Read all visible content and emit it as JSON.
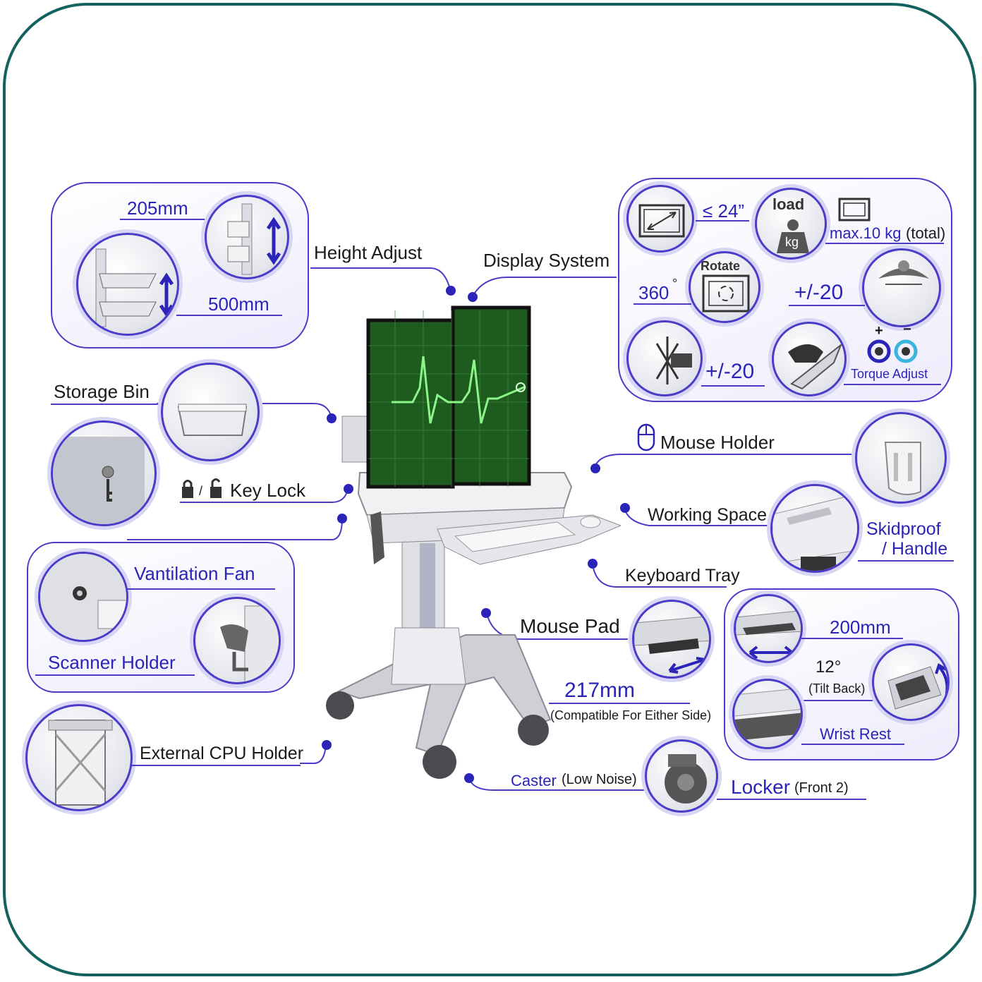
{
  "colors": {
    "frame": "#13625f",
    "accent": "#2b24b8",
    "panel_border": "#4a3cc8",
    "screen": "#1d5b1f",
    "ecg": "#8cf58a"
  },
  "height_adjust": {
    "title": "Height Adjust",
    "top_value": "205mm",
    "bottom_value": "500mm"
  },
  "display_system": {
    "title": "Display System",
    "size": "≤ 24”",
    "load_label": "load",
    "load_unit": "kg",
    "max_load": "max.10 kg",
    "max_load_note": "(total)",
    "rotate_label": "Rotate",
    "rotate_value": "360",
    "rotate_unit": "°",
    "tilt_value": "+/-20",
    "swivel_value": "+/-20",
    "torque": "Torque Adjust",
    "plus": "+",
    "minus": "−"
  },
  "storage_bin": {
    "title": "Storage Bin"
  },
  "key_lock": {
    "title": "Key Lock",
    "separator": "/"
  },
  "left_features": {
    "fan": "Vantilation Fan",
    "scanner": "Scanner  Holder"
  },
  "cpu_holder": {
    "title": "External CPU Holder"
  },
  "mouse_holder": {
    "title": "Mouse Holder"
  },
  "working_space": {
    "title": "Working Space",
    "skidproof": "Skidproof",
    "handle": "/ Handle"
  },
  "keyboard_tray": {
    "title": "Keyboard Tray",
    "slide": "200mm",
    "tilt": "12°",
    "tilt_note": "(Tilt Back)",
    "wrist": "Wrist Rest"
  },
  "mouse_pad": {
    "title": "Mouse Pad",
    "width": "217mm",
    "note": "(Compatible For Either Side)"
  },
  "caster": {
    "title": "Caster",
    "note": "(Low Noise)"
  },
  "locker": {
    "title": "Locker",
    "note": "(Front 2)"
  }
}
